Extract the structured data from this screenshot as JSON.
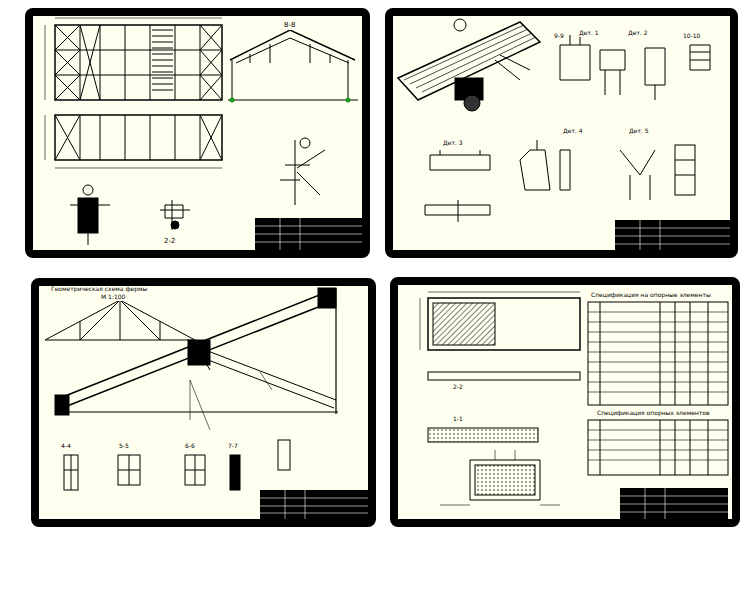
{
  "diagram": {
    "labels": [
      "8-8",
      "2-2",
      "9-9",
      "Дет. 1",
      "Дет. 2",
      "10-10",
      "Дет. 3",
      "Дет. 4",
      "Дет. 5",
      "Геометрическая схема фермы",
      "М 1:100",
      "4-4",
      "5-5",
      "6-6",
      "7-7",
      "2-2",
      "1-1",
      "Спецификация на опорные элементы",
      "Спецификация опорных элементов"
    ]
  }
}
